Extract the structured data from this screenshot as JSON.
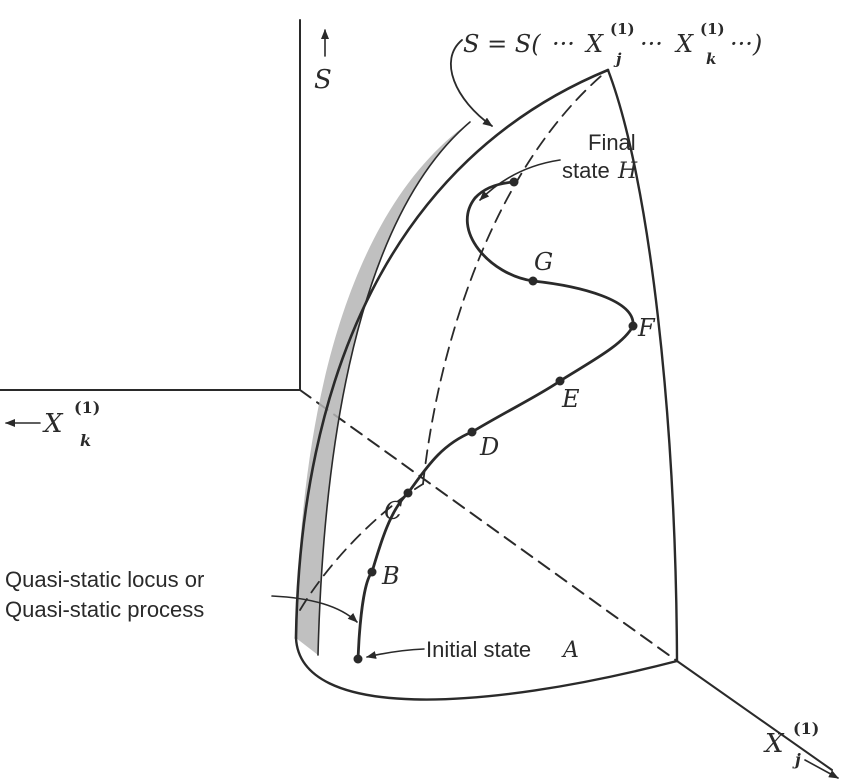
{
  "axes": {
    "s_label": "S",
    "xk_label": "X",
    "xk_sup": "(1)",
    "xk_sub": "k",
    "xj_label": "X",
    "xj_sup": "(1)",
    "xj_sub": "j"
  },
  "surface_equation": {
    "lhs": "S = S(",
    "dots1": "···",
    "x1": "X",
    "x1_sup": "(1)",
    "x1_sub": "j",
    "dots2": "···",
    "x2": "X",
    "x2_sup": "(1)",
    "x2_sub": "k",
    "dots3": "···)"
  },
  "points": {
    "B": "B",
    "C": "C",
    "D": "D",
    "E": "E",
    "F": "F",
    "G": "G"
  },
  "annotations": {
    "final_line1": "Final",
    "final_line2_text": "state ",
    "final_line2_letter": "H",
    "initial_text": "Initial state ",
    "initial_letter": "A",
    "locus_line1": "Quasi-static locus or",
    "locus_line2": "Quasi-static process"
  },
  "colors": {
    "ink": "#2a2a2a",
    "shading": "#b5b5b5"
  }
}
